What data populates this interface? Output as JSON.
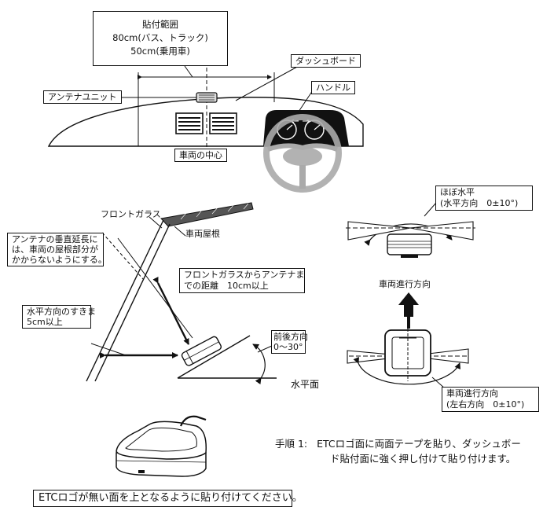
{
  "top": {
    "range_box": {
      "title": "貼付範囲",
      "line1": "80cm(バス、トラック)",
      "line2": "50cm(乗用車)"
    },
    "dashboard_label": "ダッシュボード",
    "handle_label": "ハンドル",
    "antenna_unit_label": "アンテナユニット",
    "vehicle_center_label": "車両の中心"
  },
  "side": {
    "windshield_label": "フロントガラス",
    "roof_label": "車両屋根",
    "vertical_note": [
      "アンテナの垂直延長に",
      "は、車両の屋根部分が",
      "かからないようにする。"
    ],
    "distance_note": [
      "フロントガラスからアンテナま",
      "での距離　10cm以上"
    ],
    "gap_note": [
      "水平方向のすきま",
      "5cm以上"
    ],
    "tilt_note": [
      "前後方向",
      "0～30°"
    ],
    "horizontal_plane_label": "水平面"
  },
  "right": {
    "level_note": [
      "ほぼ水平",
      "(水平方向　0±10°)"
    ],
    "travel_direction_label": "車両進行方向",
    "lateral_note": [
      "車両進行方向",
      "(左右方向　0±10°)"
    ]
  },
  "step": {
    "prefix": "手順 1:",
    "line1": "ETCロゴ面に両面テープを貼り、ダッシュボー",
    "line2": "ド貼付面に強く押し付けて貼り付けます。"
  },
  "bottom_note": "ETCロゴが無い面を上となるように貼り付けてください。"
}
